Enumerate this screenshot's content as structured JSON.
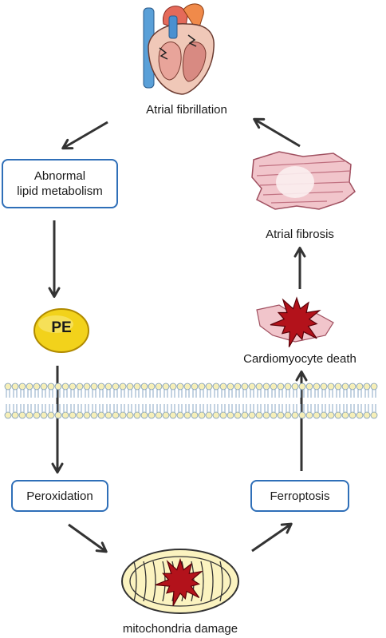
{
  "nodes": {
    "atrial_fibrillation": "Atrial fibrillation",
    "abnormal_lipid_line1": "Abnormal",
    "abnormal_lipid_line2": "lipid metabolism",
    "pe": "PE",
    "peroxidation": "Peroxidation",
    "mitochondria_damage": "mitochondria damage",
    "ferroptosis": "Ferroptosis",
    "cardiomyocyte_death": "Cardiomyocyte death",
    "atrial_fibrosis": "Atrial fibrosis"
  },
  "colors": {
    "box_border": "#2f6fb8",
    "arrow": "#333333",
    "burst_red": "#b3121b",
    "pe_yellow": "#f2d21b",
    "mito_fill": "#fbf3c0",
    "fibrosis_pink": "#f1c5cb",
    "membrane_head": "#f6efb8",
    "membrane_tail": "#8aa7c6"
  },
  "icons": [
    "heart-icon",
    "fibrosis-tissue-icon",
    "cardiomyocyte-burst-icon",
    "pe-pill-icon",
    "cell-membrane-icon",
    "mitochondrion-icon"
  ]
}
